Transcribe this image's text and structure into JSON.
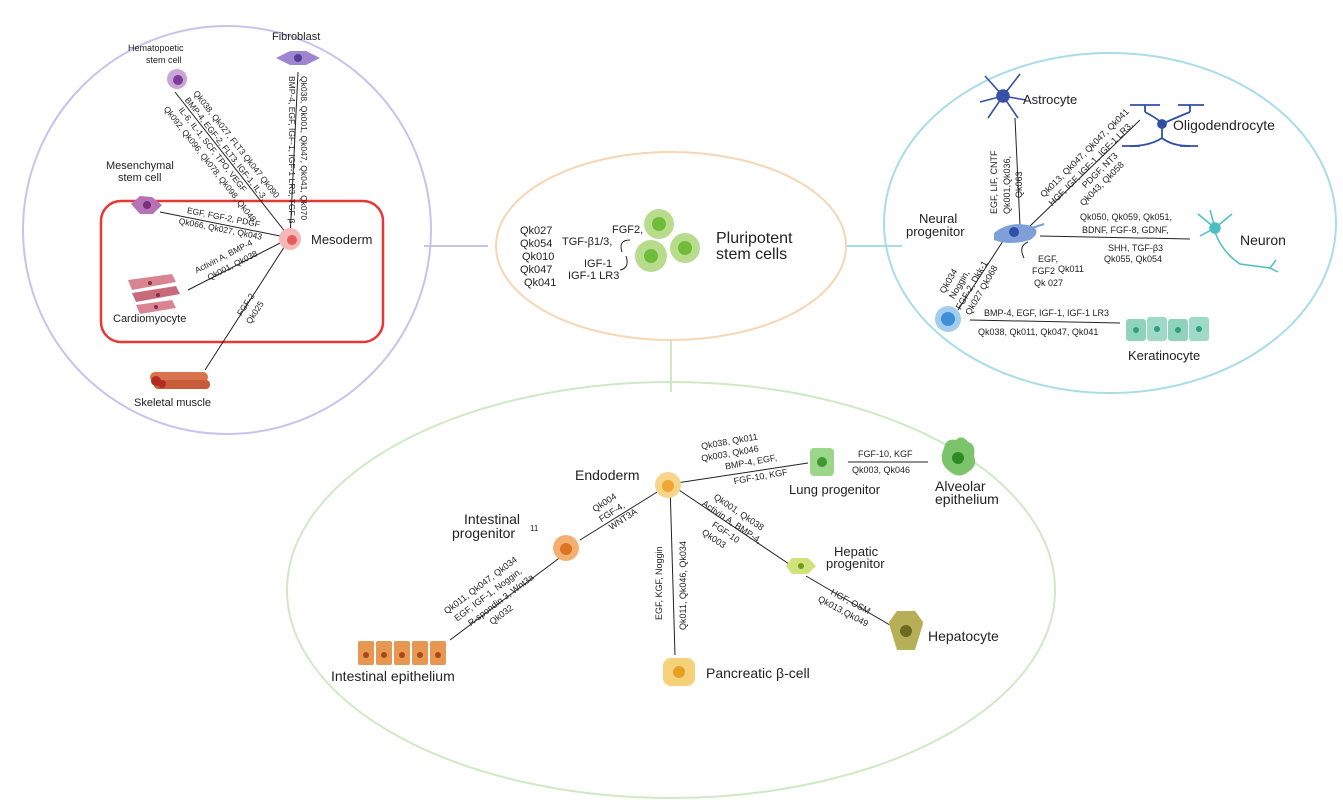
{
  "center": {
    "title_line1": "Pluripotent",
    "title_line2": "stem cells",
    "left_codes": [
      "Qk027",
      "Qk054",
      "Qk010",
      "Qk047",
      "Qk041"
    ],
    "factors_top": [
      "FGF2,",
      "TGF-β1/3,"
    ],
    "factors_bottom": [
      "IGF-1",
      "IGF-1 LR3"
    ]
  },
  "mesoderm_panel": {
    "mesoderm": "Mesoderm",
    "hsc": [
      "Hematopoetic",
      "stem cell"
    ],
    "hsc_factors": [
      "Qk038, Qk027, FLT3 Qk047 Qk090",
      "BMP-4, EGF-2, FLT3, IGF-1, IL-3,",
      "IL-6, IL-1, SCF, TPO, VEGF",
      "Qk092, Qk096, Qk078, Qk098, Qk048"
    ],
    "fibroblast": "Fibroblast",
    "fibroblast_factors": [
      "Qk038, Qk001, Qk047, Qk041, Qk070",
      "BMP-4, EGF, IGF-1, IGF-1 LR3, TGF-β"
    ],
    "msc": [
      "Mesenchymal",
      "stem cell"
    ],
    "msc_factors": [
      "EGF, FGF-2, PDGF",
      "Qk066, Qk027, Qk043"
    ],
    "cardio": "Cardiomyocyte",
    "cardio_factors": [
      "Activin A, BMP-4",
      "Qk001, Qk038"
    ],
    "skeletal": "Skeletal muscle",
    "skeletal_factors": [
      "FGF-2",
      "Qk025"
    ]
  },
  "neural_panel": {
    "progenitor": [
      "Neural",
      "progenitor"
    ],
    "astrocyte": "Astrocyte",
    "astro_factors": [
      "EGF, LIF, CNTF",
      "Qk001,Qk036,",
      "Qk063"
    ],
    "oligo": "Oligodendrocyte",
    "oligo_factors": [
      "Qk013, Qk047, Qk047, Qk041",
      "HGF, IGF, IGF-1, IGF-1 LR3,",
      "PDGF, NT3",
      "Qk043, Qk058"
    ],
    "neuron": "Neuron",
    "neuron_factors": [
      "Qk050, Qk059, Qk051,",
      "BDNF, FGF-8, GDNF,",
      "SHH, TGF-β3",
      "Qk055, Qk054"
    ],
    "self_renew": [
      "EGF,",
      "FGF2",
      "Qk011",
      "Qk 027"
    ],
    "ker_left": [
      "Qk034",
      "Noggin,",
      "FGF-2, Dkk-1",
      "Qk027 Qk068"
    ],
    "keratinocyte": "Keratinocyte",
    "ker_factors": [
      "BMP-4, EGF, IGF-1, IGF-1 LR3",
      "Qk038, Qk011, Qk047, Qk041"
    ]
  },
  "endoderm_panel": {
    "endoderm": "Endoderm",
    "lung_factors": [
      "Qk038, Qk011",
      "Qk003, Qk046",
      "BMP-4, EGF,",
      "FGF-10, KGF"
    ],
    "lung": "Lung progenitor",
    "alveolar_factors": [
      "FGF-10, KGF",
      "Qk003, Qk046"
    ],
    "alveolar": [
      "Alveolar",
      "epithelium"
    ],
    "hepatic_factors": [
      "Qk001, Qk038",
      "Activin A, BMP-4,",
      "FGF-10",
      "Qk003"
    ],
    "hepatic": [
      "Hepatic",
      "progenitor"
    ],
    "hepatocyte_factors": [
      "HGF, OSM",
      "Qk013,Qk049"
    ],
    "hepatocyte": "Hepatocyte",
    "pancreatic_factors": [
      "EGF, KGF, Noggin",
      "Qk011, Qk046, Qk034"
    ],
    "pancreatic": "Pancreatic β-cell",
    "intestinal_factors": [
      "Qk004",
      "FGF-4,",
      "WNT3A"
    ],
    "intestinal": [
      "Intestinal",
      "progenitor"
    ],
    "intestinal_sup": "11",
    "int_epi_factors": [
      "Qk011, Qk047, Qk034",
      "EGF, IGF-1, Noggin,",
      "R-spondin 3, Wnt3a",
      "Qk032"
    ],
    "int_epi": "Intestinal epithelium"
  },
  "colors": {
    "mesoderm_circle": "#c9c2ee",
    "center_circle": "#f6d6b4",
    "neural_circle": "#a8dce8",
    "endoderm_circle": "#cfe9c5",
    "highlight": "#e53935",
    "connector_purple": "#c9c2ee",
    "connector_blue": "#a8dce8",
    "connector_green": "#cfe9c5"
  }
}
